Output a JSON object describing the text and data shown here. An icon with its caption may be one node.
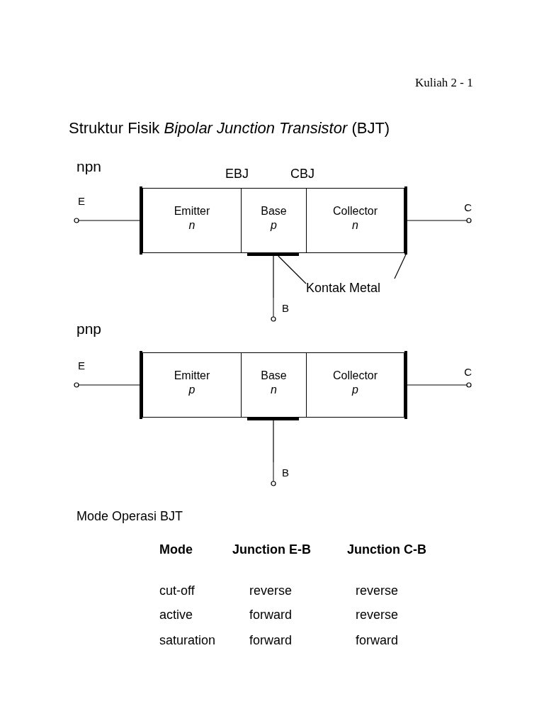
{
  "diagram": {
    "title": "Struktur Fisik *Bipolar Junction Transistor* (BJT)",
    "nodes": [
      {
        "text": [
          "Emitter",
          "n"
        ]
      },
      {
        "text": [
          "Base",
          "p"
        ]
      },
      {
        "text": [
          "Collector",
          "n"
        ]
      },
      {
        "text": [
          "E"
        ]
      },
      {
        "text": [
          "C"
        ]
      },
      {
        "text": [],
        "shape": "bar"
      },
      {
        "text": [],
        "shape": "bar"
      },
      {
        "text": [],
        "shape": "bar"
      },
      {
        "text": [
          "Kontak Metal"
        ]
      },
      {
        "text": [
          "B"
        ]
      },
      {
        "text": [
          "Emitter",
          "p"
        ]
      },
      {
        "text": [
          "Base",
          "n"
        ]
      },
      {
        "text": [
          "Collector",
          "p"
        ]
      },
      {
        "text": [
          "E"
        ]
      },
      {
        "text": [
          "C"
        ]
      },
      {
        "text": [],
        "shape": "bar"
      },
      {
        "text": [],
        "shape": "bar"
      },
      {
        "text": [],
        "shape": "bar"
      },
      {
        "text": [
          "B"
        ]
      }
    ],
    "edges": [
      {
        "from": 3,
        "to": 5,
        "arrow": "none"
      },
      {
        "from": 7,
        "to": 4,
        "arrow": "none"
      },
      {
        "from": 6,
        "to": 9,
        "arrow": "none"
      },
      {
        "from": 8,
        "to": 6,
        "arrow": "none"
      },
      {
        "from": 8,
        "to": 7,
        "arrow": "none"
      },
      {
        "from": 13,
        "to": 15,
        "arrow": "none"
      },
      {
        "from": 17,
        "to": 14,
        "arrow": "none"
      },
      {
        "from": 16,
        "to": 18,
        "arrow": "none"
      }
    ],
    "labels": [
      "Kuliah 2 - 1",
      "npn",
      "EBJ",
      "CBJ",
      "pnp",
      "Mode Operasi BJT",
      "Mode",
      "Junction E-B",
      "Junction C-B",
      "cut-off",
      "reverse",
      "reverse",
      "active",
      "forward",
      "reverse",
      "saturation",
      "forward",
      "forward"
    ]
  }
}
